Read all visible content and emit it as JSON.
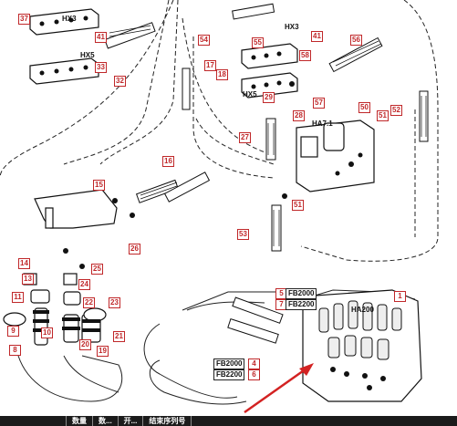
{
  "callouts": [
    "37",
    "41",
    "33",
    "32",
    "54",
    "55",
    "41",
    "56",
    "17",
    "18",
    "58",
    "29",
    "57",
    "28",
    "50",
    "52",
    "51",
    "27",
    "16",
    "15",
    "51",
    "53",
    "26",
    "14",
    "13",
    "11",
    "25",
    "24",
    "22",
    "23",
    "9",
    "10",
    "8",
    "20",
    "19",
    "21",
    "1",
    "4",
    "5",
    "6",
    "7"
  ],
  "group_labels": {
    "hx3_left": "HX3",
    "hx5_left": "HX5",
    "hx3_right": "HX3",
    "hx5_right": "HX5",
    "ha71": "HA7.1",
    "ha200": "HA200"
  },
  "fb_labels": {
    "fb2000_top": "FB2000",
    "fb2200_top": "FB2200",
    "fb2000_bottom": "FB2000",
    "fb2200_bottom": "FB2200"
  },
  "footer": {
    "cells": [
      "数量",
      "数...",
      "开...",
      "结束序列号"
    ]
  },
  "colors": {
    "callout_red": "#c0282a",
    "arrow_red": "#d32222",
    "line": "#1a1a1a",
    "footer_bg": "#1b1b1b"
  }
}
